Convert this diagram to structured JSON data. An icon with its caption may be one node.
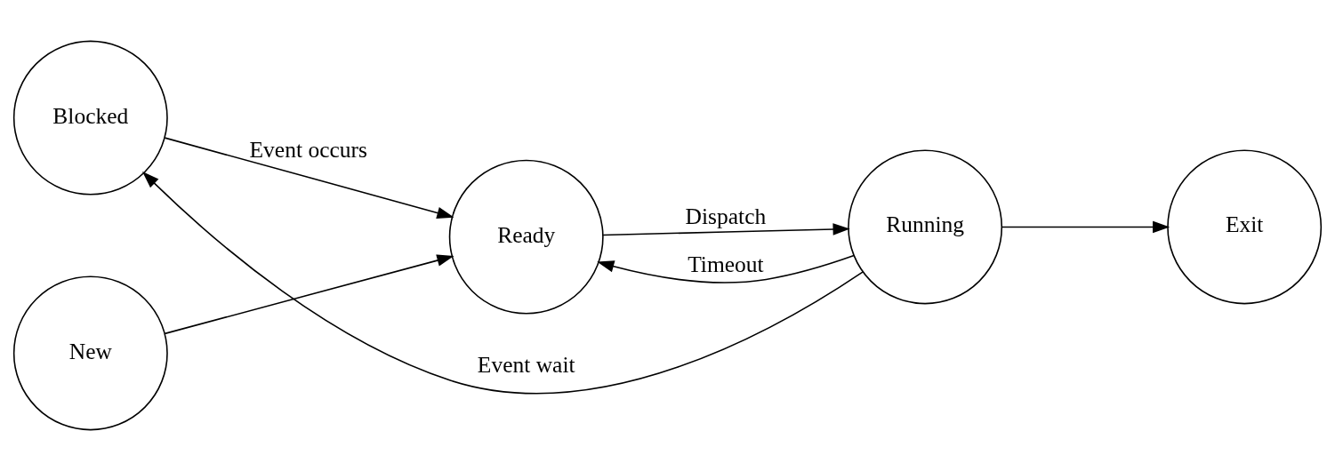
{
  "diagram": {
    "nodes": [
      {
        "text": [
          "Blocked"
        ]
      },
      {
        "text": [
          "New"
        ]
      },
      {
        "text": [
          "Ready"
        ]
      },
      {
        "text": [
          "Running"
        ]
      },
      {
        "text": [
          "Exit"
        ]
      }
    ],
    "edges": [
      {
        "from": 1,
        "to": 2,
        "arrow": "to"
      },
      {
        "from": 2,
        "to": 3,
        "arrow": "to",
        "label": "Dispatch"
      },
      {
        "from": 3,
        "to": 2,
        "arrow": "to",
        "label": "Timeout"
      },
      {
        "from": 3,
        "to": 0,
        "arrow": "to",
        "label": "Event wait"
      },
      {
        "from": 0,
        "to": 2,
        "arrow": "to",
        "label": "Event occurs"
      },
      {
        "from": 3,
        "to": 4,
        "arrow": "to"
      }
    ]
  }
}
